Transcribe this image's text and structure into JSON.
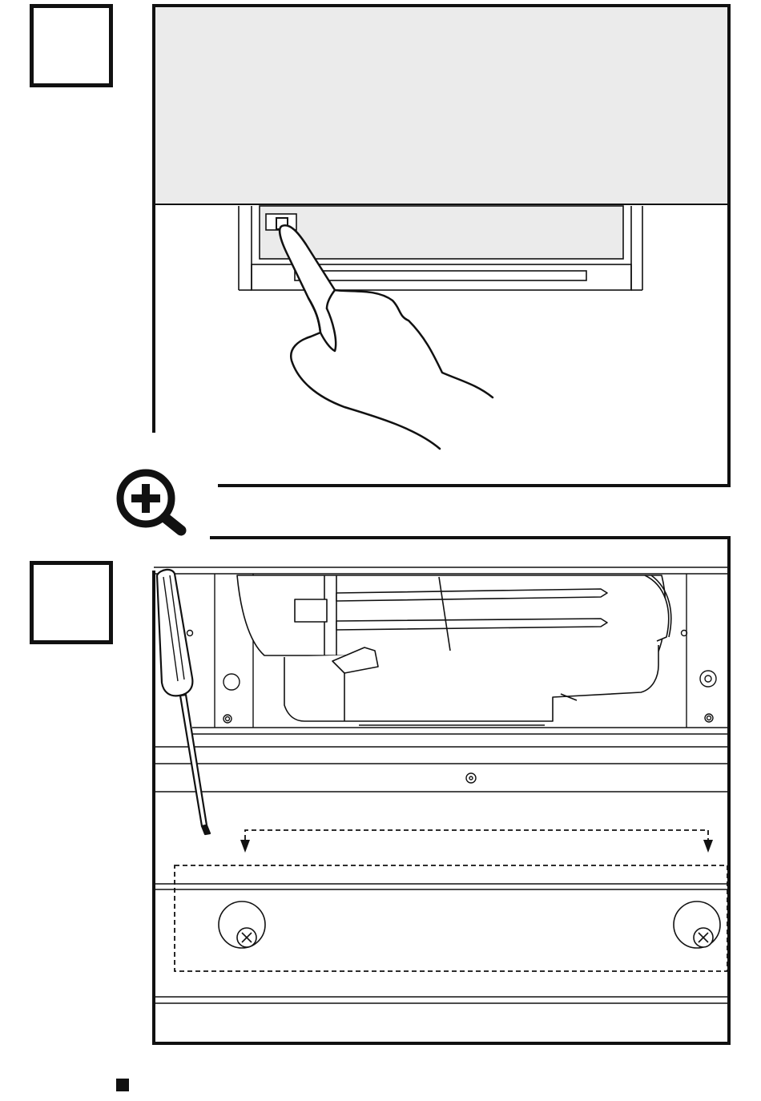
{
  "steps": [
    {
      "number": ""
    },
    {
      "number": ""
    }
  ],
  "icons": {
    "zoom": "zoom-in-magnifier-icon",
    "hand": "pointing-hand",
    "screwdriver": "phillips-screwdriver",
    "screw": "phillips-screw-head"
  },
  "colors": {
    "line": "#111111",
    "panel_fill": "#ebebeb"
  },
  "footer": {
    "text": ""
  }
}
